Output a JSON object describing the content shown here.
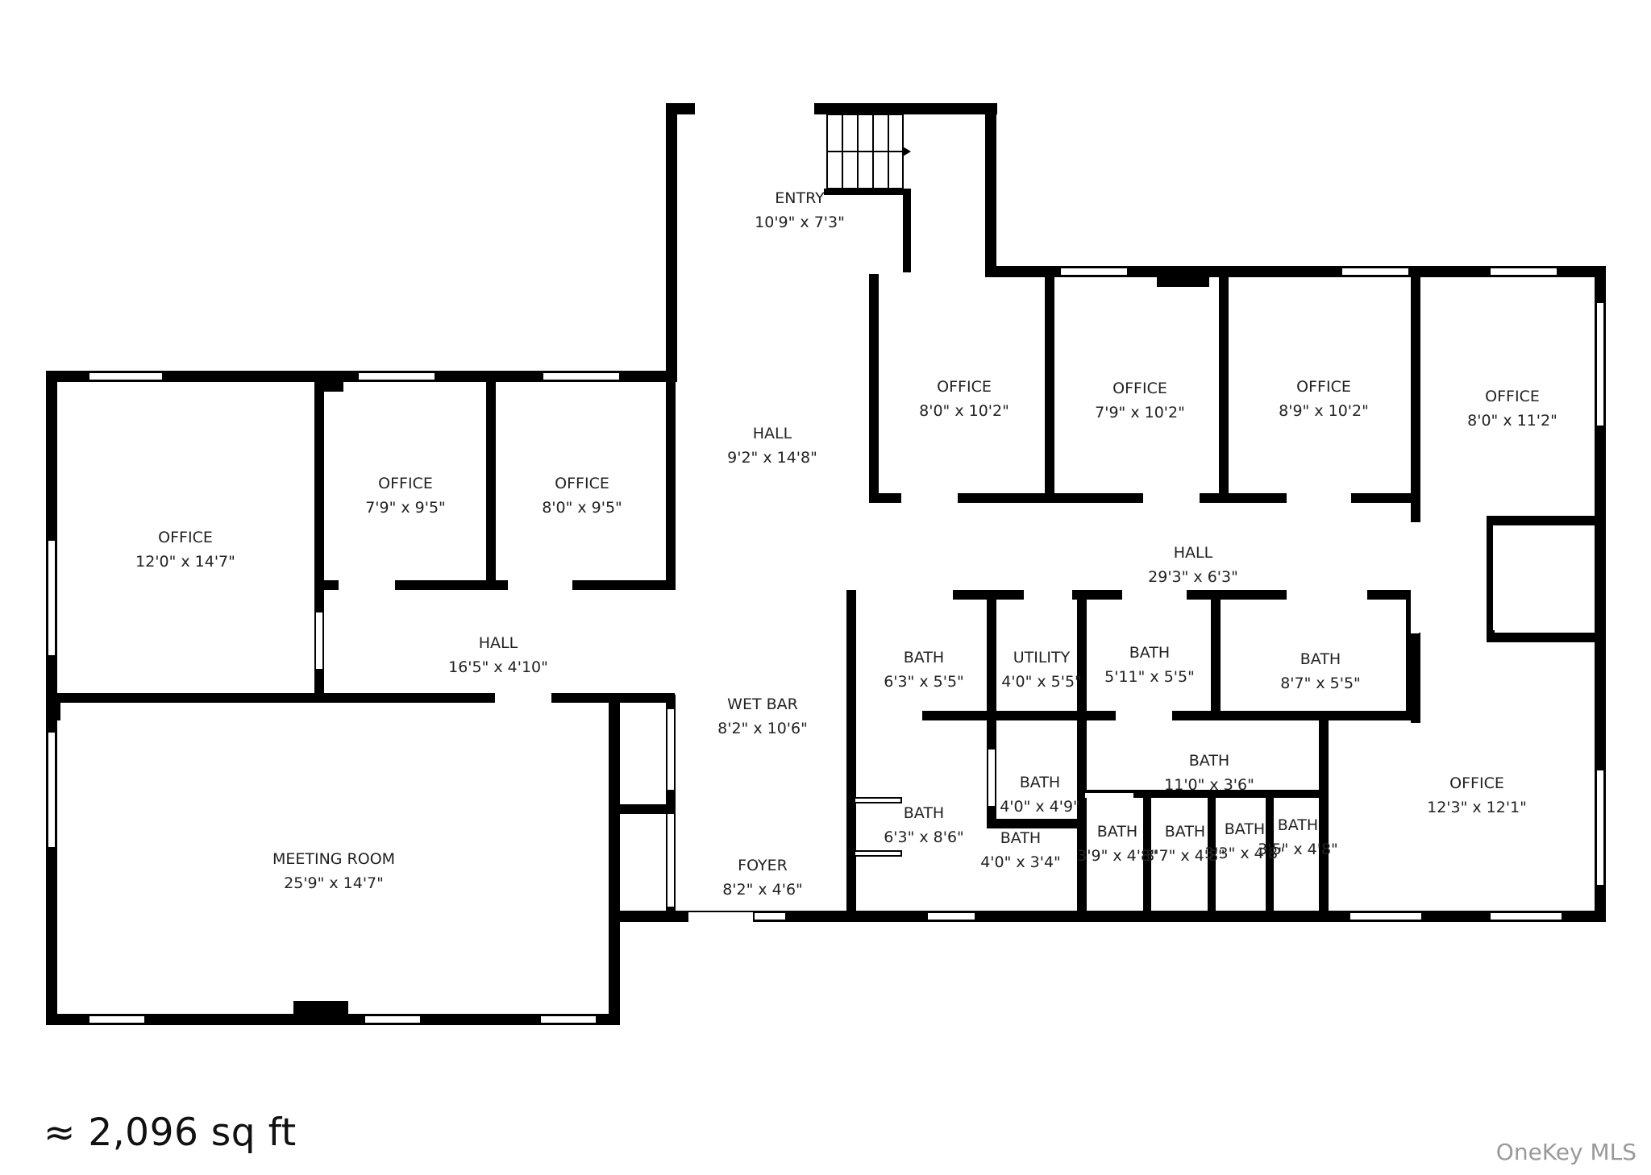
{
  "floorplan": {
    "total_area": "≈ 2,096 sq ft",
    "watermark": "OneKey MLS",
    "rooms": [
      {
        "id": "entry",
        "name": "ENTRY",
        "dims": "10'9\" x 7'3\""
      },
      {
        "id": "hall-main",
        "name": "HALL",
        "dims": "9'2\" x 14'8\""
      },
      {
        "id": "office-a",
        "name": "OFFICE",
        "dims": "8'0\" x 10'2\""
      },
      {
        "id": "office-b",
        "name": "OFFICE",
        "dims": "7'9\" x 10'2\""
      },
      {
        "id": "office-c",
        "name": "OFFICE",
        "dims": "8'9\" x 10'2\""
      },
      {
        "id": "office-d",
        "name": "OFFICE",
        "dims": "8'0\" x 11'2\""
      },
      {
        "id": "office-e",
        "name": "OFFICE",
        "dims": "12'0\" x 14'7\""
      },
      {
        "id": "office-f",
        "name": "OFFICE",
        "dims": "7'9\" x 9'5\""
      },
      {
        "id": "office-g",
        "name": "OFFICE",
        "dims": "8'0\" x 9'5\""
      },
      {
        "id": "hall-east",
        "name": "HALL",
        "dims": "29'3\" x 6'3\""
      },
      {
        "id": "hall-west",
        "name": "HALL",
        "dims": "16'5\" x 4'10\""
      },
      {
        "id": "wet-bar",
        "name": "WET BAR",
        "dims": "8'2\" x 10'6\""
      },
      {
        "id": "foyer",
        "name": "FOYER",
        "dims": "8'2\" x 4'6\""
      },
      {
        "id": "meeting-room",
        "name": "MEETING ROOM",
        "dims": "25'9\" x 14'7\""
      },
      {
        "id": "bath-1",
        "name": "BATH",
        "dims": "6'3\" x 5'5\""
      },
      {
        "id": "utility",
        "name": "UTILITY",
        "dims": "4'0\" x 5'5\""
      },
      {
        "id": "bath-2",
        "name": "BATH",
        "dims": "5'11\" x 5'5\""
      },
      {
        "id": "bath-3",
        "name": "BATH",
        "dims": "8'7\" x 5'5\""
      },
      {
        "id": "bath-4",
        "name": "BATH",
        "dims": "6'3\" x 8'6\""
      },
      {
        "id": "bath-5",
        "name": "BATH",
        "dims": "4'0\" x 4'9\""
      },
      {
        "id": "bath-6",
        "name": "BATH",
        "dims": "4'0\" x 3'4\""
      },
      {
        "id": "bath-7",
        "name": "BATH",
        "dims": "11'0\" x 3'6\""
      },
      {
        "id": "bath-8",
        "name": "BATH",
        "dims": "3'9\" x 4'8\""
      },
      {
        "id": "bath-9",
        "name": "BATH",
        "dims": "3'7\" x 4'8\""
      },
      {
        "id": "bath-10",
        "name": "BATH",
        "dims": "3'3\" x 4'8\""
      },
      {
        "id": "bath-11",
        "name": "BATH",
        "dims": "3'5\" x 4'8\""
      },
      {
        "id": "office-h",
        "name": "OFFICE",
        "dims": "12'3\" x 12'1\""
      }
    ]
  }
}
